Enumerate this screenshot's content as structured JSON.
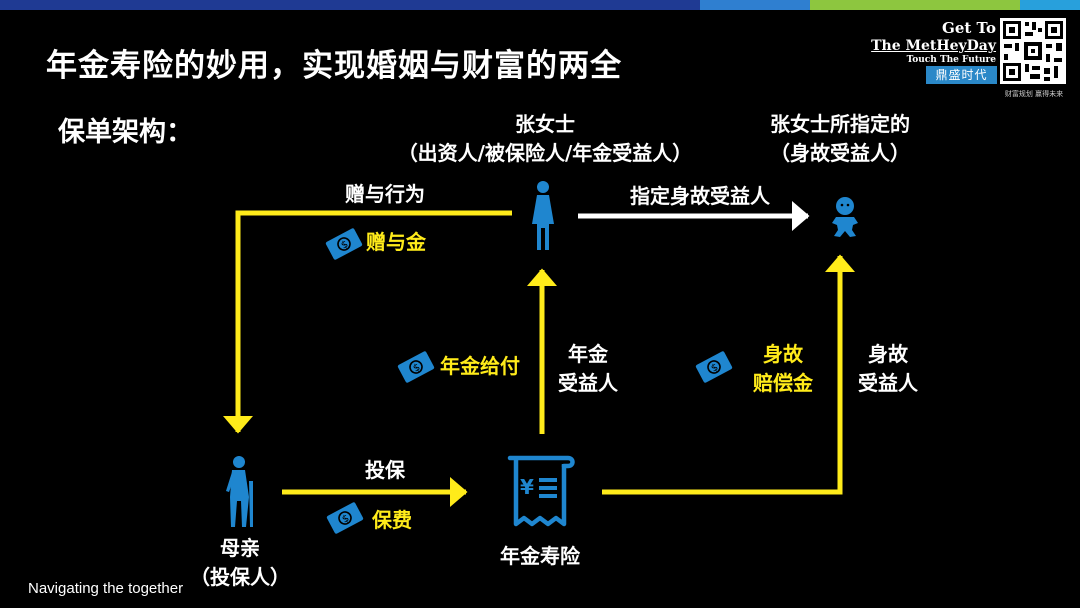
{
  "header": {
    "title": "年金寿险的妙用，实现婚姻与财富的两全",
    "subtitle": "保单架构："
  },
  "logo": {
    "line1": "Get To",
    "line2": "The MetHeyDay",
    "line3": "Touch The Future",
    "badge": "鼎盛时代",
    "qr_caption": "财富规划 赢得未来"
  },
  "nodes": {
    "zhang": {
      "name": "张女士",
      "role": "（出资人/被保险人/年金受益人）"
    },
    "beneficiary": {
      "line1": "张女士所指定的",
      "line2": "（身故受益人）"
    },
    "mother": {
      "line1": "母亲",
      "line2": "（投保人）"
    },
    "policy": {
      "name": "年金寿险"
    }
  },
  "edges": {
    "gift_act": "赠与行为",
    "gift_money": "赠与金",
    "designate": "指定身故受益人",
    "annuity_payment": "年金给付",
    "annuity_beneficiary_1": "年金",
    "annuity_beneficiary_2": "受益人",
    "death_benefit_1": "身故",
    "death_benefit_2": "赔偿金",
    "death_beneficiary_1": "身故",
    "death_beneficiary_2": "受益人",
    "insure": "投保",
    "premium": "保费"
  },
  "footer": "Navigating the together",
  "colors": {
    "background": "#000000",
    "arrow_yellow": "#ffeb1a",
    "icon_blue": "#1f86cf",
    "text": "#ffffff",
    "bar_1": "#1f3a93",
    "bar_2": "#2f7fd0",
    "bar_3": "#8dc63f",
    "bar_4": "#28a0dc"
  },
  "icons": [
    "money-icon",
    "woman-icon",
    "baby-icon",
    "elderly-icon",
    "policy-document-icon",
    "qr-code-icon"
  ]
}
